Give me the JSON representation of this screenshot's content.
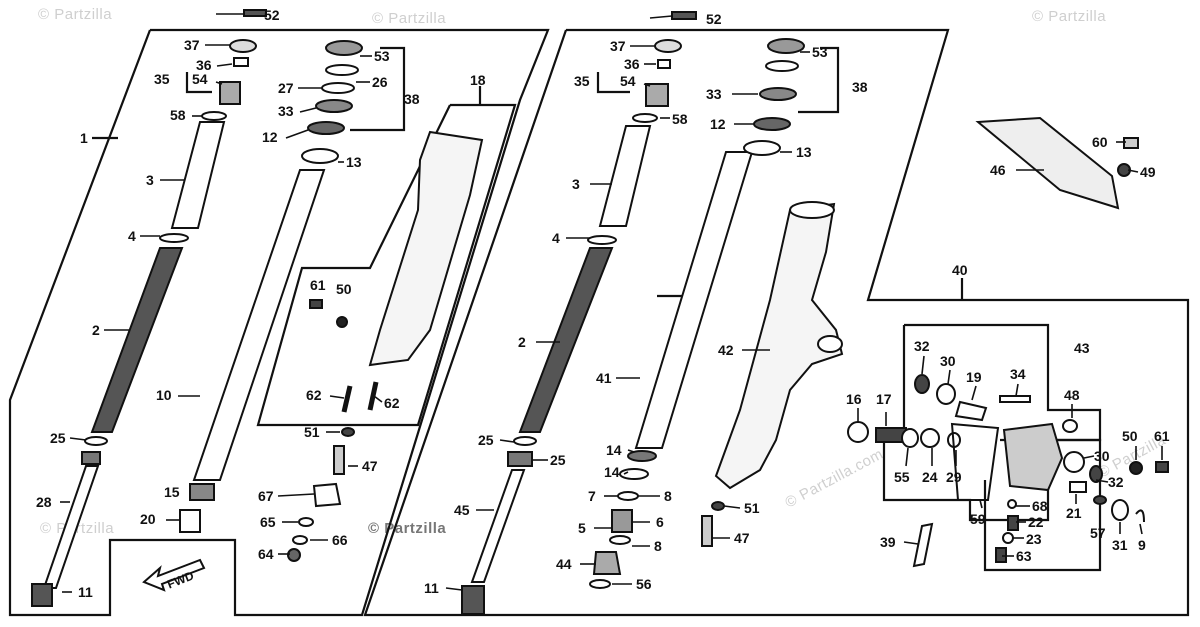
{
  "diagram": {
    "watermark": "© Partzilla",
    "watermark_center": "© Partzilla.com",
    "fwd_label": "FWD",
    "callouts": [
      {
        "id": "c52a",
        "text": "52"
      },
      {
        "id": "c37a",
        "text": "37"
      },
      {
        "id": "c36a",
        "text": "36"
      },
      {
        "id": "c35a",
        "text": "35"
      },
      {
        "id": "c54a",
        "text": "54"
      },
      {
        "id": "c58a",
        "text": "58"
      },
      {
        "id": "c1",
        "text": "1"
      },
      {
        "id": "c3a",
        "text": "3"
      },
      {
        "id": "c4a",
        "text": "4"
      },
      {
        "id": "c2a",
        "text": "2"
      },
      {
        "id": "c25a",
        "text": "25"
      },
      {
        "id": "c28",
        "text": "28"
      },
      {
        "id": "c11a",
        "text": "11"
      },
      {
        "id": "c53a",
        "text": "53"
      },
      {
        "id": "c26",
        "text": "26"
      },
      {
        "id": "c27",
        "text": "27"
      },
      {
        "id": "c33a",
        "text": "33"
      },
      {
        "id": "c38a",
        "text": "38"
      },
      {
        "id": "c12a",
        "text": "12"
      },
      {
        "id": "c13a",
        "text": "13"
      },
      {
        "id": "c18",
        "text": "18"
      },
      {
        "id": "c10",
        "text": "10"
      },
      {
        "id": "c15",
        "text": "15"
      },
      {
        "id": "c20",
        "text": "20"
      },
      {
        "id": "c61a",
        "text": "61"
      },
      {
        "id": "c50a",
        "text": "50"
      },
      {
        "id": "c62a",
        "text": "62"
      },
      {
        "id": "c62b",
        "text": "62"
      },
      {
        "id": "c51a",
        "text": "51"
      },
      {
        "id": "c47a",
        "text": "47"
      },
      {
        "id": "c67",
        "text": "67"
      },
      {
        "id": "c65",
        "text": "65"
      },
      {
        "id": "c66",
        "text": "66"
      },
      {
        "id": "c64",
        "text": "64"
      },
      {
        "id": "c52b",
        "text": "52"
      },
      {
        "id": "c37b",
        "text": "37"
      },
      {
        "id": "c36b",
        "text": "36"
      },
      {
        "id": "c35b",
        "text": "35"
      },
      {
        "id": "c54b",
        "text": "54"
      },
      {
        "id": "c58b",
        "text": "58"
      },
      {
        "id": "c3b",
        "text": "3"
      },
      {
        "id": "c4b",
        "text": "4"
      },
      {
        "id": "c2b",
        "text": "2"
      },
      {
        "id": "c25b",
        "text": "25"
      },
      {
        "id": "c25c",
        "text": "25"
      },
      {
        "id": "c45",
        "text": "45"
      },
      {
        "id": "c11b",
        "text": "11"
      },
      {
        "id": "c53b",
        "text": "53"
      },
      {
        "id": "c33b",
        "text": "33"
      },
      {
        "id": "c38b",
        "text": "38"
      },
      {
        "id": "c12b",
        "text": "12"
      },
      {
        "id": "c13b",
        "text": "13"
      },
      {
        "id": "c41",
        "text": "41"
      },
      {
        "id": "c14a",
        "text": "14"
      },
      {
        "id": "c14b",
        "text": "14"
      },
      {
        "id": "c7",
        "text": "7"
      },
      {
        "id": "c8a",
        "text": "8"
      },
      {
        "id": "c5",
        "text": "5"
      },
      {
        "id": "c6",
        "text": "6"
      },
      {
        "id": "c8b",
        "text": "8"
      },
      {
        "id": "c44",
        "text": "44"
      },
      {
        "id": "c56",
        "text": "56"
      },
      {
        "id": "c42",
        "text": "42"
      },
      {
        "id": "c51b",
        "text": "51"
      },
      {
        "id": "c47b",
        "text": "47"
      },
      {
        "id": "c60",
        "text": "60"
      },
      {
        "id": "c46",
        "text": "46"
      },
      {
        "id": "c49",
        "text": "49"
      },
      {
        "id": "c40",
        "text": "40"
      },
      {
        "id": "c32a",
        "text": "32"
      },
      {
        "id": "c30a",
        "text": "30"
      },
      {
        "id": "c19",
        "text": "19"
      },
      {
        "id": "c34",
        "text": "34"
      },
      {
        "id": "c43",
        "text": "43"
      },
      {
        "id": "c16",
        "text": "16"
      },
      {
        "id": "c17",
        "text": "17"
      },
      {
        "id": "c48",
        "text": "48"
      },
      {
        "id": "c55",
        "text": "55"
      },
      {
        "id": "c24",
        "text": "24"
      },
      {
        "id": "c29",
        "text": "29"
      },
      {
        "id": "c50b",
        "text": "50"
      },
      {
        "id": "c61b",
        "text": "61"
      },
      {
        "id": "c30b",
        "text": "30"
      },
      {
        "id": "c32b",
        "text": "32"
      },
      {
        "id": "c68",
        "text": "68"
      },
      {
        "id": "c22",
        "text": "22"
      },
      {
        "id": "c21",
        "text": "21"
      },
      {
        "id": "c57",
        "text": "57"
      },
      {
        "id": "c59",
        "text": "59"
      },
      {
        "id": "c23",
        "text": "23"
      },
      {
        "id": "c63",
        "text": "63"
      },
      {
        "id": "c31",
        "text": "31"
      },
      {
        "id": "c9",
        "text": "9"
      },
      {
        "id": "c39",
        "text": "39"
      }
    ]
  }
}
